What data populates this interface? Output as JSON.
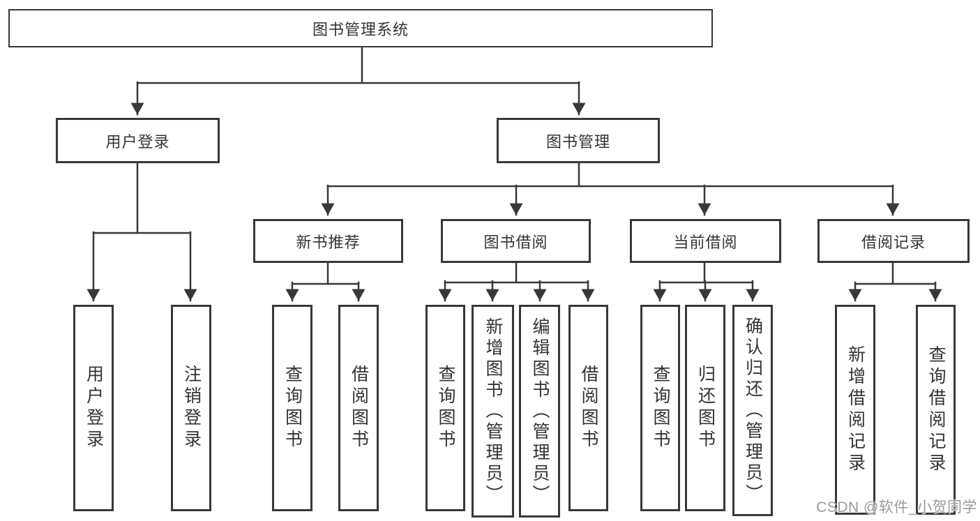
{
  "diagram": {
    "root": {
      "label": "图书管理系统"
    },
    "user_branch": {
      "label": "用户登录",
      "children": [
        {
          "label": "用户登录"
        },
        {
          "label": "注销登录"
        }
      ]
    },
    "book_branch": {
      "label": "图书管理",
      "sections": [
        {
          "label": "新书推荐",
          "children": [
            {
              "label": "查询图书"
            },
            {
              "label": "借阅图书"
            }
          ]
        },
        {
          "label": "图书借阅",
          "children": [
            {
              "label": "查询图书"
            },
            {
              "label": "新增图书（管理员）"
            },
            {
              "label": "编辑图书（管理员）"
            },
            {
              "label": "借阅图书"
            }
          ]
        },
        {
          "label": "当前借阅",
          "children": [
            {
              "label": "查询图书"
            },
            {
              "label": "归还图书"
            },
            {
              "label": "确认归还（管理员）"
            }
          ]
        },
        {
          "label": "借阅记录",
          "children": [
            {
              "label": "新增借阅记录"
            },
            {
              "label": "查询借阅记录"
            }
          ]
        }
      ]
    }
  },
  "watermark": {
    "text": "CSDN @软件_小贺同学"
  },
  "colors": {
    "line": "#383838",
    "text": "#333333",
    "watermark": "#9b9b9b",
    "background": "#ffffff"
  }
}
